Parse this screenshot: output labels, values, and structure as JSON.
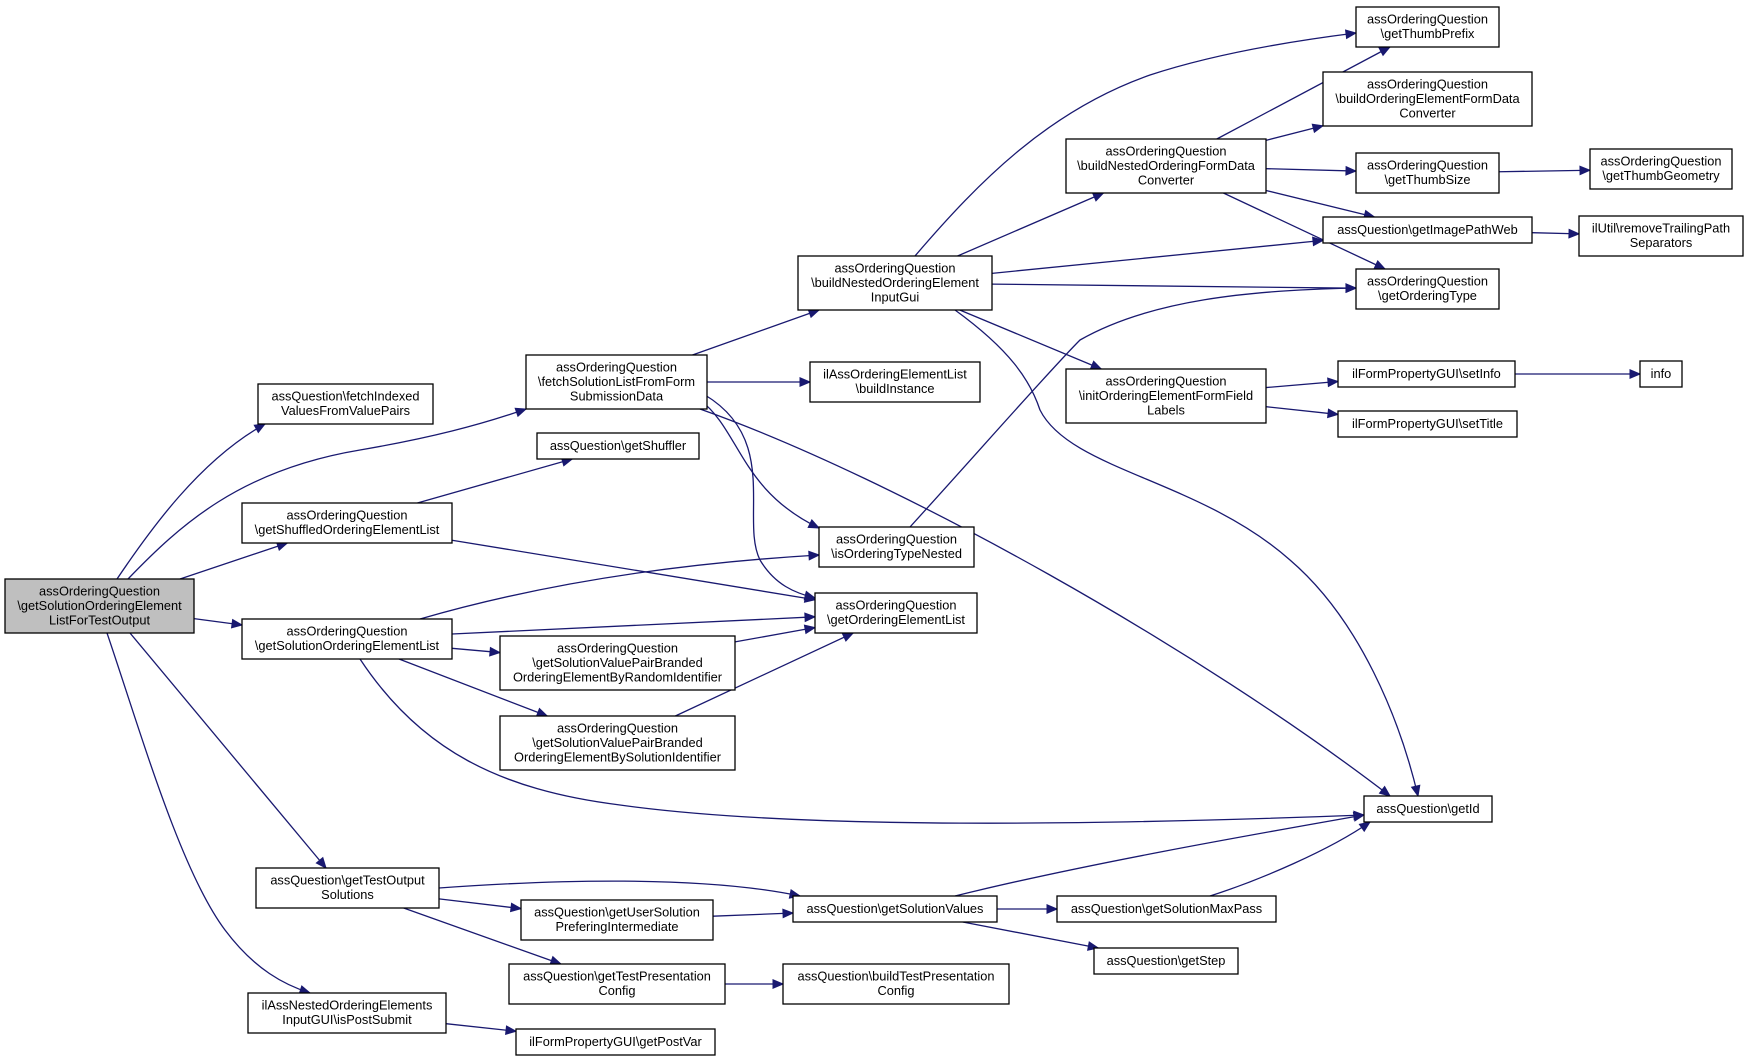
{
  "graph": {
    "nodes": [
      {
        "id": "root",
        "root": true,
        "lines": [
          "assOrderingQuestion",
          "\\getSolutionOrderingElement",
          "ListForTestOutput"
        ]
      },
      {
        "id": "fetchIndexed",
        "lines": [
          "assQuestion\\fetchIndexed",
          "ValuesFromValuePairs"
        ]
      },
      {
        "id": "fetchSolList",
        "lines": [
          "assOrderingQuestion",
          "\\fetchSolutionListFromForm",
          "SubmissionData"
        ]
      },
      {
        "id": "getShuffledList",
        "lines": [
          "assOrderingQuestion",
          "\\getShuffledOrderingElementList"
        ]
      },
      {
        "id": "getSolOrdList",
        "lines": [
          "assOrderingQuestion",
          "\\getSolutionOrderingElementList"
        ]
      },
      {
        "id": "getTestOutputSol",
        "lines": [
          "assQuestion\\getTestOutput",
          "Solutions"
        ]
      },
      {
        "id": "isPostSubmit",
        "lines": [
          "ilAssNestedOrderingElements",
          "InputGUI\\isPostSubmit"
        ]
      },
      {
        "id": "buildNestedInputGui",
        "lines": [
          "assOrderingQuestion",
          "\\buildNestedOrderingElement",
          "InputGui"
        ]
      },
      {
        "id": "buildInstance",
        "lines": [
          "ilAssOrderingElementList",
          "\\buildInstance"
        ]
      },
      {
        "id": "getShuffler",
        "lines": [
          "assQuestion\\getShuffler"
        ]
      },
      {
        "id": "isOrderingTypeNested",
        "lines": [
          "assOrderingQuestion",
          "\\isOrderingTypeNested"
        ]
      },
      {
        "id": "getOrderingElementList",
        "lines": [
          "assOrderingQuestion",
          "\\getOrderingElementList"
        ]
      },
      {
        "id": "byRandomId",
        "lines": [
          "assOrderingQuestion",
          "\\getSolutionValuePairBranded",
          "OrderingElementByRandomIdentifier"
        ]
      },
      {
        "id": "bySolutionId",
        "lines": [
          "assOrderingQuestion",
          "\\getSolutionValuePairBranded",
          "OrderingElementBySolutionIdentifier"
        ]
      },
      {
        "id": "getUserSolPref",
        "lines": [
          "assQuestion\\getUserSolution",
          "PreferingIntermediate"
        ]
      },
      {
        "id": "getSolutionValues",
        "lines": [
          "assQuestion\\getSolutionValues"
        ]
      },
      {
        "id": "getTestPresConfig",
        "lines": [
          "assQuestion\\getTestPresentation",
          "Config"
        ]
      },
      {
        "id": "buildTestPresConfig",
        "lines": [
          "assQuestion\\buildTestPresentation",
          "Config"
        ]
      },
      {
        "id": "getPostVar",
        "lines": [
          "ilFormPropertyGUI\\getPostVar"
        ]
      },
      {
        "id": "buildNestedConverter",
        "lines": [
          "assOrderingQuestion",
          "\\buildNestedOrderingFormData",
          "Converter"
        ]
      },
      {
        "id": "initFieldLabels",
        "lines": [
          "assOrderingQuestion",
          "\\initOrderingElementFormField",
          "Labels"
        ]
      },
      {
        "id": "getThumbPrefix",
        "lines": [
          "assOrderingQuestion",
          "\\getThumbPrefix"
        ]
      },
      {
        "id": "buildElemConverter",
        "lines": [
          "assOrderingQuestion",
          "\\buildOrderingElementFormData",
          "Converter"
        ]
      },
      {
        "id": "getThumbSize",
        "lines": [
          "assOrderingQuestion",
          "\\getThumbSize"
        ]
      },
      {
        "id": "getImagePathWeb",
        "lines": [
          "assQuestion\\getImagePathWeb"
        ]
      },
      {
        "id": "getOrderingType",
        "lines": [
          "assOrderingQuestion",
          "\\getOrderingType"
        ]
      },
      {
        "id": "getThumbGeometry",
        "lines": [
          "assOrderingQuestion",
          "\\getThumbGeometry"
        ]
      },
      {
        "id": "removeTrailing",
        "lines": [
          "ilUtil\\removeTrailingPath",
          "Separators"
        ]
      },
      {
        "id": "setInfo",
        "lines": [
          "ilFormPropertyGUI\\setInfo"
        ]
      },
      {
        "id": "info",
        "lines": [
          "info"
        ]
      },
      {
        "id": "setTitle",
        "lines": [
          "ilFormPropertyGUI\\setTitle"
        ]
      },
      {
        "id": "getId",
        "lines": [
          "assQuestion\\getId"
        ]
      },
      {
        "id": "getSolutionMaxPass",
        "lines": [
          "assQuestion\\getSolutionMaxPass"
        ]
      },
      {
        "id": "getStep",
        "lines": [
          "assQuestion\\getStep"
        ]
      }
    ],
    "edges": [
      [
        "root",
        "fetchIndexed"
      ],
      [
        "root",
        "fetchSolList"
      ],
      [
        "root",
        "getShuffledList"
      ],
      [
        "root",
        "getSolOrdList"
      ],
      [
        "root",
        "getTestOutputSol"
      ],
      [
        "root",
        "isPostSubmit"
      ],
      [
        "fetchSolList",
        "buildNestedInputGui"
      ],
      [
        "fetchSolList",
        "buildInstance"
      ],
      [
        "fetchSolList",
        "isOrderingTypeNested"
      ],
      [
        "fetchSolList",
        "getOrderingElementList"
      ],
      [
        "fetchSolList",
        "getId"
      ],
      [
        "getShuffledList",
        "getShuffler"
      ],
      [
        "getShuffledList",
        "getOrderingElementList"
      ],
      [
        "getSolOrdList",
        "isOrderingTypeNested"
      ],
      [
        "getSolOrdList",
        "getOrderingElementList"
      ],
      [
        "getSolOrdList",
        "byRandomId"
      ],
      [
        "getSolOrdList",
        "bySolutionId"
      ],
      [
        "getSolOrdList",
        "getId"
      ],
      [
        "byRandomId",
        "getOrderingElementList"
      ],
      [
        "bySolutionId",
        "getOrderingElementList"
      ],
      [
        "getTestOutputSol",
        "getSolutionValues"
      ],
      [
        "getTestOutputSol",
        "getUserSolPref"
      ],
      [
        "getTestOutputSol",
        "getTestPresConfig"
      ],
      [
        "getUserSolPref",
        "getSolutionValues"
      ],
      [
        "getTestPresConfig",
        "buildTestPresConfig"
      ],
      [
        "isPostSubmit",
        "getPostVar"
      ],
      [
        "getSolutionValues",
        "getId"
      ],
      [
        "getSolutionValues",
        "getSolutionMaxPass"
      ],
      [
        "getSolutionValues",
        "getStep"
      ],
      [
        "getSolutionMaxPass",
        "getId"
      ],
      [
        "isOrderingTypeNested",
        "getOrderingType"
      ],
      [
        "buildNestedInputGui",
        "getThumbPrefix"
      ],
      [
        "buildNestedInputGui",
        "buildNestedConverter"
      ],
      [
        "buildNestedInputGui",
        "getImagePathWeb"
      ],
      [
        "buildNestedInputGui",
        "getOrderingType"
      ],
      [
        "buildNestedInputGui",
        "initFieldLabels"
      ],
      [
        "buildNestedInputGui",
        "getId"
      ],
      [
        "buildNestedConverter",
        "getThumbPrefix"
      ],
      [
        "buildNestedConverter",
        "buildElemConverter"
      ],
      [
        "buildNestedConverter",
        "getThumbSize"
      ],
      [
        "buildNestedConverter",
        "getImagePathWeb"
      ],
      [
        "buildNestedConverter",
        "getOrderingType"
      ],
      [
        "getThumbSize",
        "getThumbGeometry"
      ],
      [
        "getImagePathWeb",
        "removeTrailing"
      ],
      [
        "initFieldLabels",
        "setInfo"
      ],
      [
        "initFieldLabels",
        "setTitle"
      ],
      [
        "setInfo",
        "info"
      ]
    ]
  }
}
